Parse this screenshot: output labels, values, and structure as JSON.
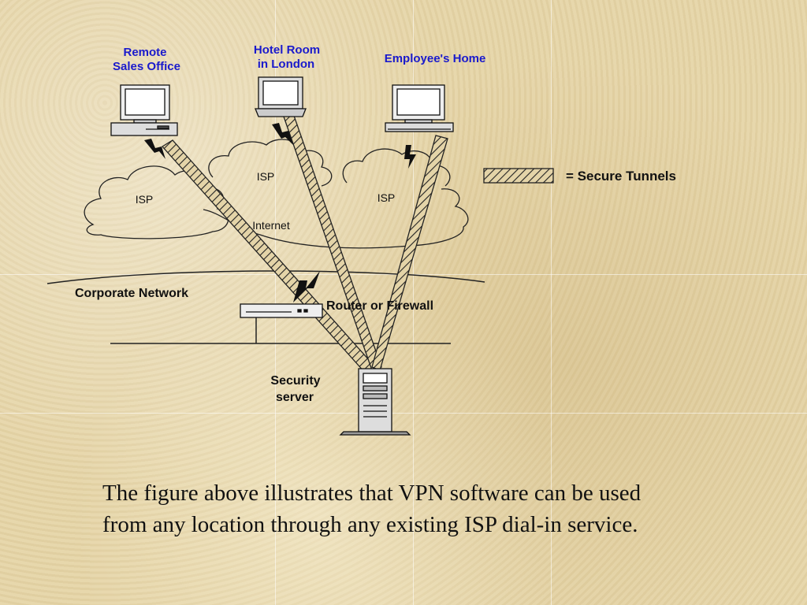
{
  "labels": {
    "remote_sales_line1": "Remote",
    "remote_sales_line2": "Sales Office",
    "hotel_line1": "Hotel Room",
    "hotel_line2": "in London",
    "employee_home": "Employee's Home",
    "isp_left": "ISP",
    "isp_middle": "ISP",
    "isp_right": "ISP",
    "internet": "Internet",
    "corporate_network": "Corporate Network",
    "router_firewall": "Router or Firewall",
    "security_line1": "Security",
    "security_line2": "server",
    "legend": "= Secure Tunnels"
  },
  "caption": {
    "line1": "The figure above illustrates that VPN software can be used",
    "line2": "from any location through any existing ISP dial-in service."
  },
  "colors": {
    "site_label": "#1a1acc",
    "text": "#111111"
  }
}
